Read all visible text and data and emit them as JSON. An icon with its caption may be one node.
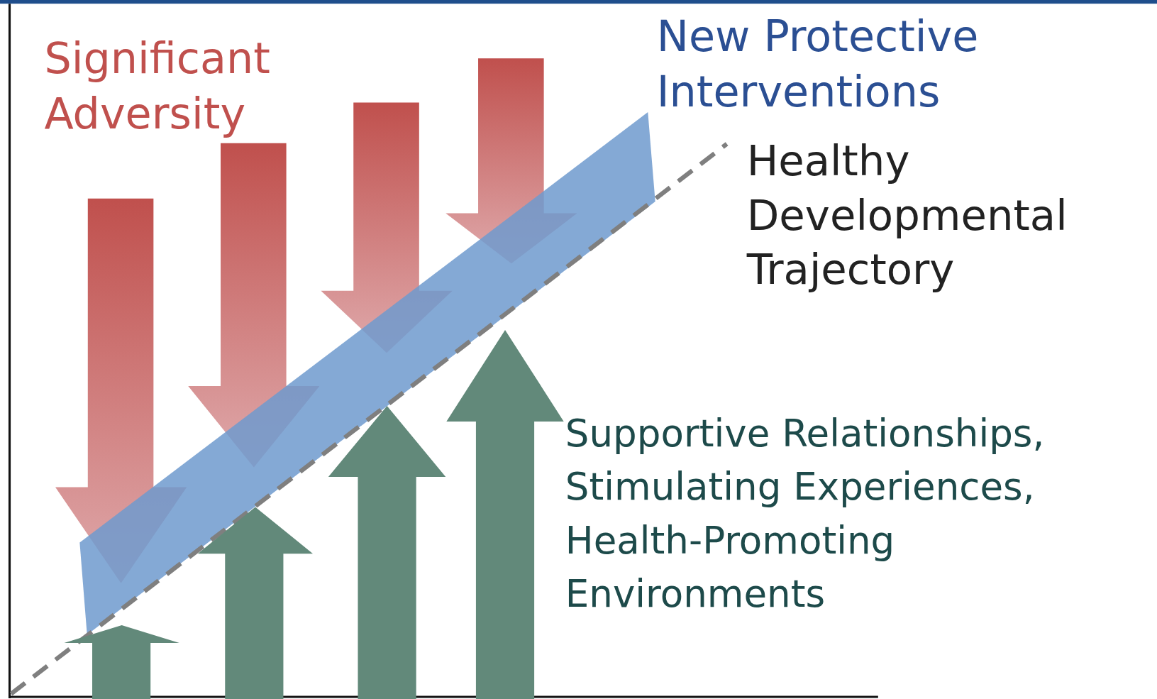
{
  "diagram": {
    "labels": [
      "Significant Adversity",
      "New Protective Interventions",
      "Healthy Developmental Trajectory",
      "Supportive Relationships, Stimulating Experiences, Health-Promoting Environments"
    ]
  }
}
